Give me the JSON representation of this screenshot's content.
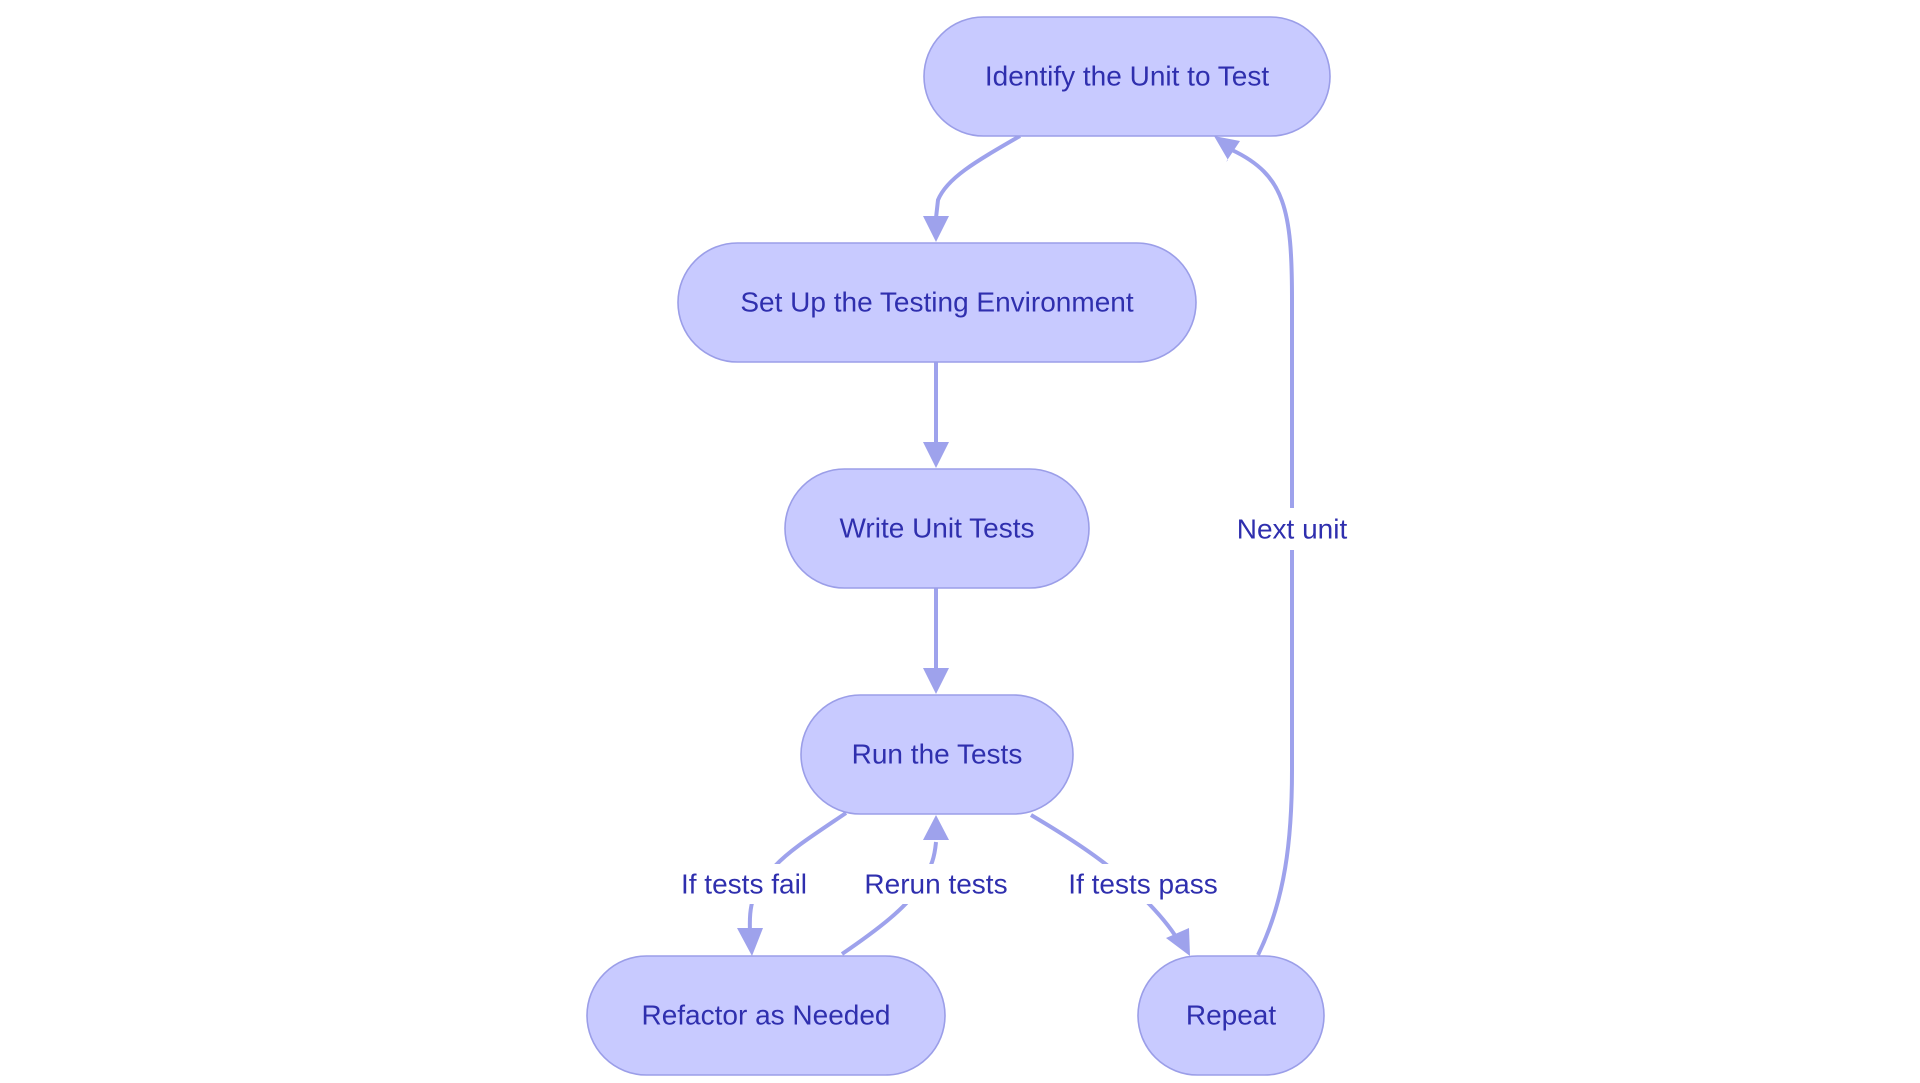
{
  "diagram": {
    "colors": {
      "node_fill": "#c8caff",
      "node_stroke": "#9b9ee8",
      "edge": "#9ea2ec",
      "text": "#2f2fae"
    },
    "nodes": {
      "identify": "Identify the Unit to Test",
      "setup": "Set Up the Testing Environment",
      "write": "Write Unit Tests",
      "run": "Run the Tests",
      "refactor": "Refactor as Needed",
      "repeat": "Repeat"
    },
    "edge_labels": {
      "if_fail": "If tests fail",
      "rerun": "Rerun tests",
      "if_pass": "If tests pass",
      "next_unit": "Next unit"
    }
  }
}
